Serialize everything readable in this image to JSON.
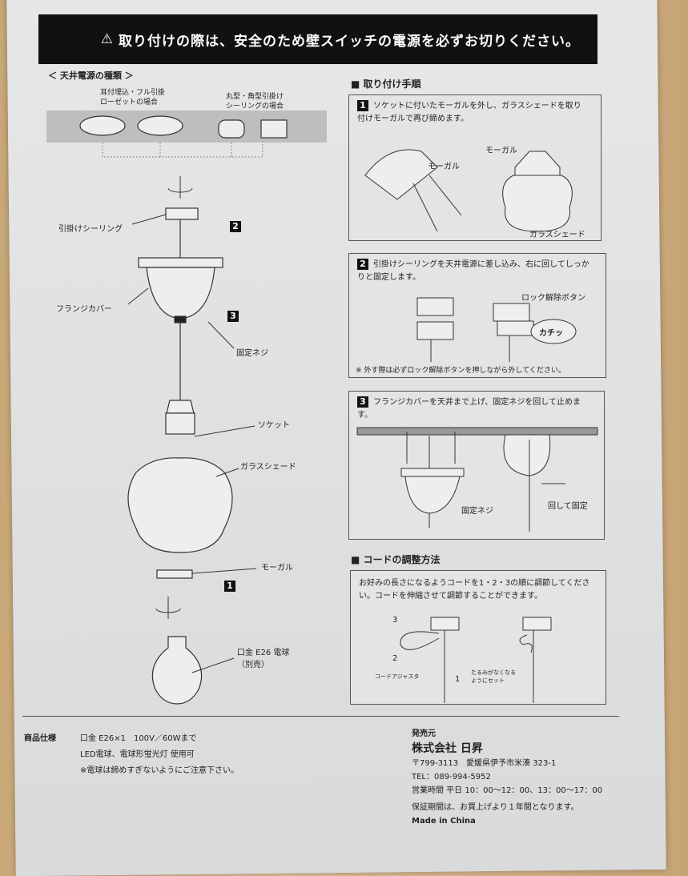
{
  "warning_banner": {
    "icon": "warning-triangle-icon",
    "text": "取り付けの際は、安全のため壁スイッチの電源を必ずお切りください。"
  },
  "ceiling_types": {
    "title": "＜ 天井電源の種類 ＞",
    "type_a": "耳付埋込・フル引掛\nローゼットの場合",
    "type_b": "丸型・角型引掛け\nシーリングの場合"
  },
  "parts": {
    "ceiling": "引掛けシーリング",
    "flange": "フランジカバー",
    "screw": "固定ネジ",
    "socket": "ソケット",
    "shade": "ガラスシェード",
    "mogul": "モーガル",
    "bulb": "口金 E26 電球\n（別売）",
    "markers": [
      "2",
      "3",
      "1"
    ]
  },
  "install": {
    "title": "取り付け手順",
    "steps": [
      {
        "num": "1",
        "text": "ソケットに付いたモーガルを外し、ガラスシェードを取り付けモーガルで再び締めます。",
        "labels": [
          "モーガル",
          "モーガル",
          "ガラスシェード"
        ]
      },
      {
        "num": "2",
        "text": "引掛けシーリングを天井電源に差し込み、右に回してしっかりと固定します。",
        "labels": [
          "ロック解除ボタン",
          "カチッ"
        ],
        "note": "※ 外す際は必ずロック解除ボタンを押しながら外してください。"
      },
      {
        "num": "3",
        "text": "フランジカバーを天井まで上げ、固定ネジを回して止めます。",
        "labels": [
          "固定ネジ",
          "回して固定"
        ]
      }
    ]
  },
  "cord": {
    "title": "コードの調整方法",
    "text": "お好みの長さになるようコードを1・2・3の順に調節してください。コードを伸縮させて調節することができます。",
    "labels": [
      "3",
      "2",
      "1",
      "コードアジャスタ",
      "たるみがなくなる\nようにセット"
    ]
  },
  "spec": {
    "label": "商品仕様",
    "lines": [
      "口金 E26×1　100V／60Wまで",
      "LED電球、電球形蛍光灯 使用可",
      "※電球は締めすぎないようにご注意下さい。"
    ]
  },
  "seller": {
    "label": "発売元",
    "company": "株式会社 日昇",
    "address": "〒799-3113　愛媛県伊予市米湊 323-1",
    "tel": "TEL：089-994-5952",
    "hours": "営業時間 平日 10：00～12：00、13：00～17：00",
    "warranty": "保証期間は、お買上げより１年間となります。",
    "origin": "Made in China"
  }
}
